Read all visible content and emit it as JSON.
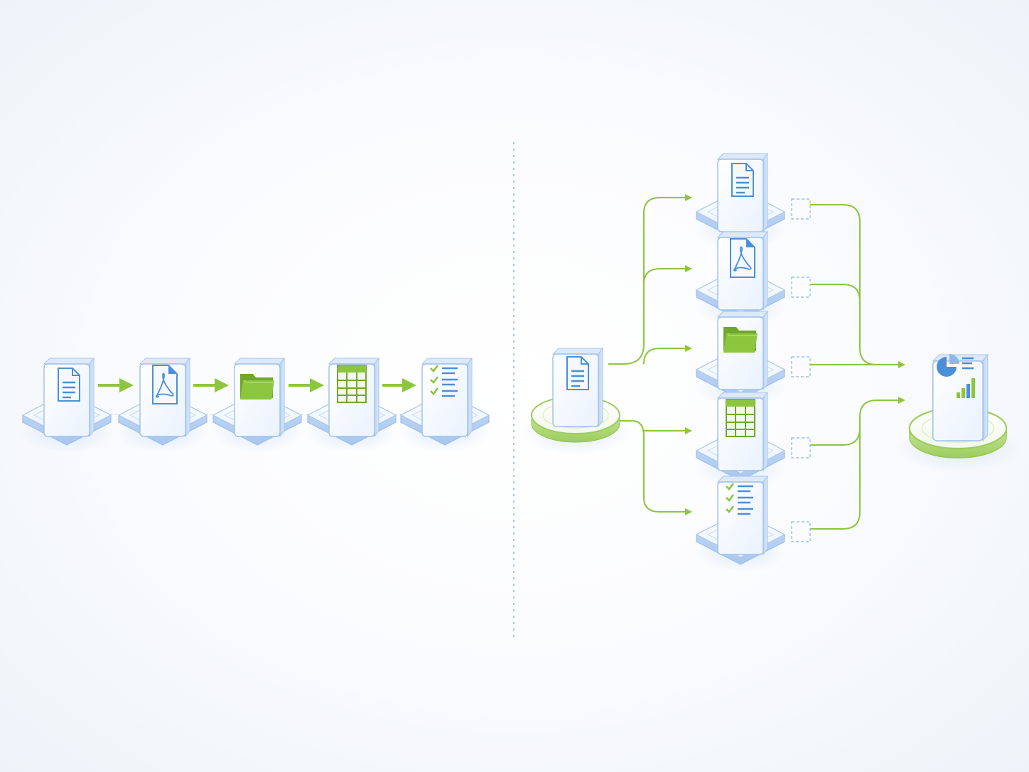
{
  "colors": {
    "accent_green": "#8cc63f",
    "green_dark": "#6fa82b",
    "blue_outline": "#9cc0ea",
    "blue_icon": "#4a90d9",
    "divider": "#a9c8e8"
  },
  "sequential_flow": {
    "nodes": [
      {
        "id": "text-document",
        "icon": "text-document-icon"
      },
      {
        "id": "pdf-document",
        "icon": "pdf-icon"
      },
      {
        "id": "folder",
        "icon": "folder-icon"
      },
      {
        "id": "spreadsheet",
        "icon": "spreadsheet-icon"
      },
      {
        "id": "checklist",
        "icon": "checklist-icon"
      }
    ]
  },
  "parallel_flow": {
    "source": {
      "id": "source-document",
      "icon": "text-document-icon"
    },
    "branches": [
      {
        "id": "text-document",
        "icon": "text-document-icon"
      },
      {
        "id": "pdf-document",
        "icon": "pdf-icon"
      },
      {
        "id": "folder",
        "icon": "folder-icon"
      },
      {
        "id": "spreadsheet",
        "icon": "spreadsheet-icon"
      },
      {
        "id": "checklist",
        "icon": "checklist-icon"
      }
    ],
    "target": {
      "id": "report",
      "icon": "report-chart-icon"
    }
  }
}
